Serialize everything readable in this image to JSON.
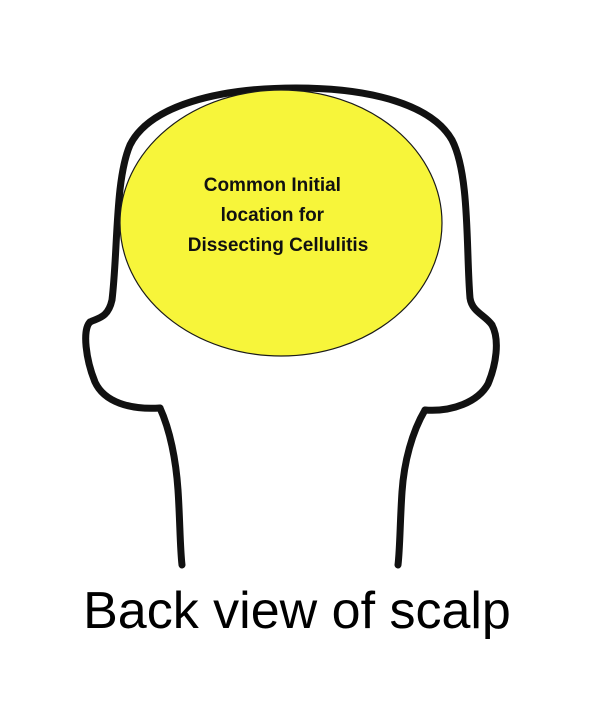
{
  "diagram": {
    "region_label_lines": [
      "Common Initial",
      "location for",
      "Dissecting Cellulitis"
    ],
    "caption": "Back view of scalp",
    "colors": {
      "region_fill": "#f7f53a",
      "outline": "#111111",
      "background": "#ffffff"
    }
  }
}
